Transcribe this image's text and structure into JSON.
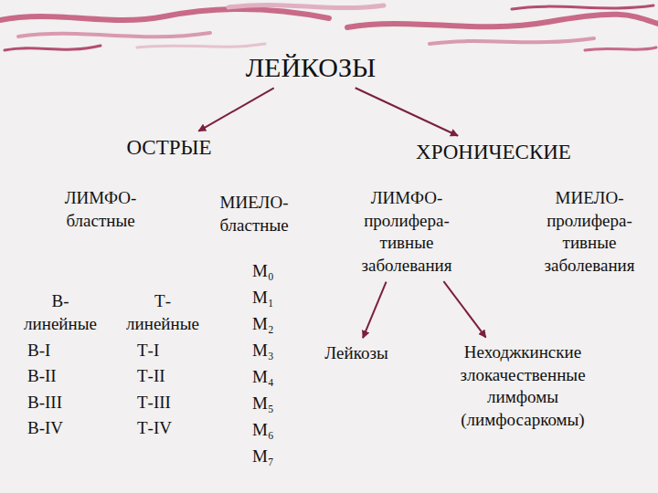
{
  "diagram": {
    "nodes": [
      {
        "text": [
          "ЛЕЙКОЗЫ"
        ]
      },
      {
        "text": [
          "ОСТРЫЕ"
        ]
      },
      {
        "text": [
          "ХРОНИЧЕСКИЕ"
        ]
      },
      {
        "text": [
          "ЛИМФО- бластные"
        ]
      },
      {
        "text": [
          "МИЕЛО- бластные"
        ]
      },
      {
        "text": [
          "ЛИМФО- пролифера- тивные заболевания"
        ]
      },
      {
        "text": [
          "МИЕЛО- пролифера- тивные заболевания"
        ]
      },
      {
        "text": [
          "Лейкозы"
        ]
      },
      {
        "text": [
          "Неходжкинские злокачественные лимфомы (лимфосаркомы)"
        ]
      }
    ],
    "edges": [
      {
        "from": 0,
        "to": 1,
        "arrow": "to"
      },
      {
        "from": 0,
        "to": 2,
        "arrow": "to"
      },
      {
        "from": 5,
        "to": 7,
        "arrow": "to"
      },
      {
        "from": 5,
        "to": 8,
        "arrow": "to"
      }
    ],
    "labels": [
      "В- линейные",
      "В-I",
      "В-II",
      "В-III",
      "В-IV",
      "Т- линейные",
      "Т-I",
      "Т-II",
      "Т-III",
      "Т-IV",
      "М₀",
      "М₁",
      "М₂",
      "М₃",
      "М₄",
      "М₅",
      "М₆",
      "М₇"
    ]
  }
}
